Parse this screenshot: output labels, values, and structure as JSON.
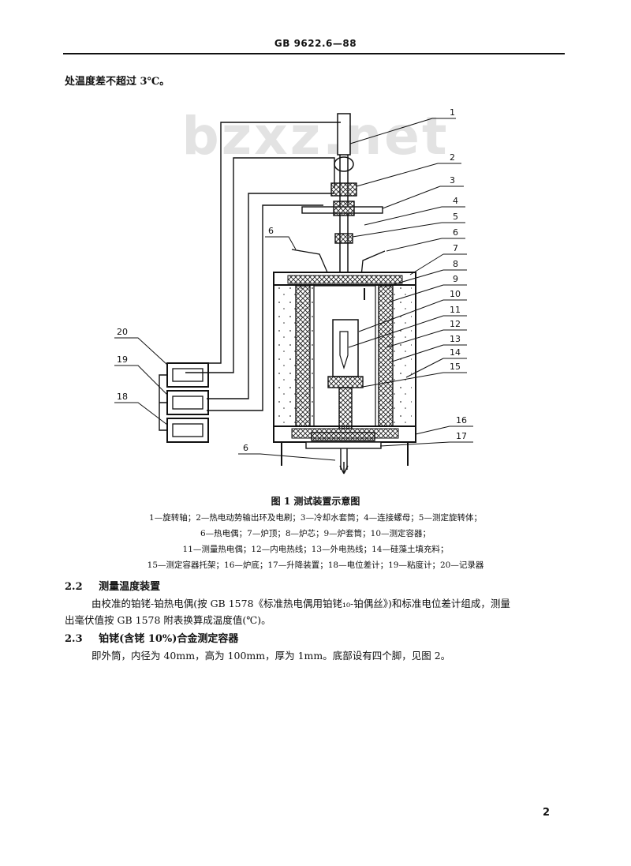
{
  "header": {
    "standard_code": "GB 9622.6—88"
  },
  "watermark": "bzxz.net",
  "intro_line": "处温度差不超过 3℃。",
  "figure": {
    "callouts": [
      "1",
      "2",
      "3",
      "4",
      "5",
      "6",
      "7",
      "8",
      "9",
      "10",
      "11",
      "12",
      "13",
      "14",
      "15",
      "16",
      "17",
      "6",
      "6",
      "20",
      "19",
      "18"
    ],
    "caption": "图 1   测试装置示意图",
    "legend_lines": [
      "1—旋转轴；2—热电动势输出环及电刷；3—冷却水套筒；4—连接螺母；5—测定旋转体；",
      "6—热电偶；7—炉顶；8—炉芯；9—炉套筒；10—测定容器；",
      "11—测量热电偶；12—内电热线；13—外电热线；14—硅藻土填充料；",
      "15—测定容器托架；16—炉底；17—升降装置；18—电位差计；19—粘度计；20—记录器"
    ]
  },
  "section_2_2": {
    "number": "2.2",
    "title": "测量温度装置",
    "line1": "由校准的铂铑-铂热电偶(按 GB 1578《标准热电偶用铂铑₁₀-铂偶丝》)和标准电位差计组成，测量",
    "line2": "出毫伏值按 GB 1578 附表换算成温度值(℃)。"
  },
  "section_2_3": {
    "number": "2.3",
    "title": "铂铑(含铑 10%)合金测定容器",
    "line1": "即外筒，内径为 40mm，高为 100mm，厚为 1mm。底部设有四个脚，见图 2。"
  },
  "page_number": "2"
}
